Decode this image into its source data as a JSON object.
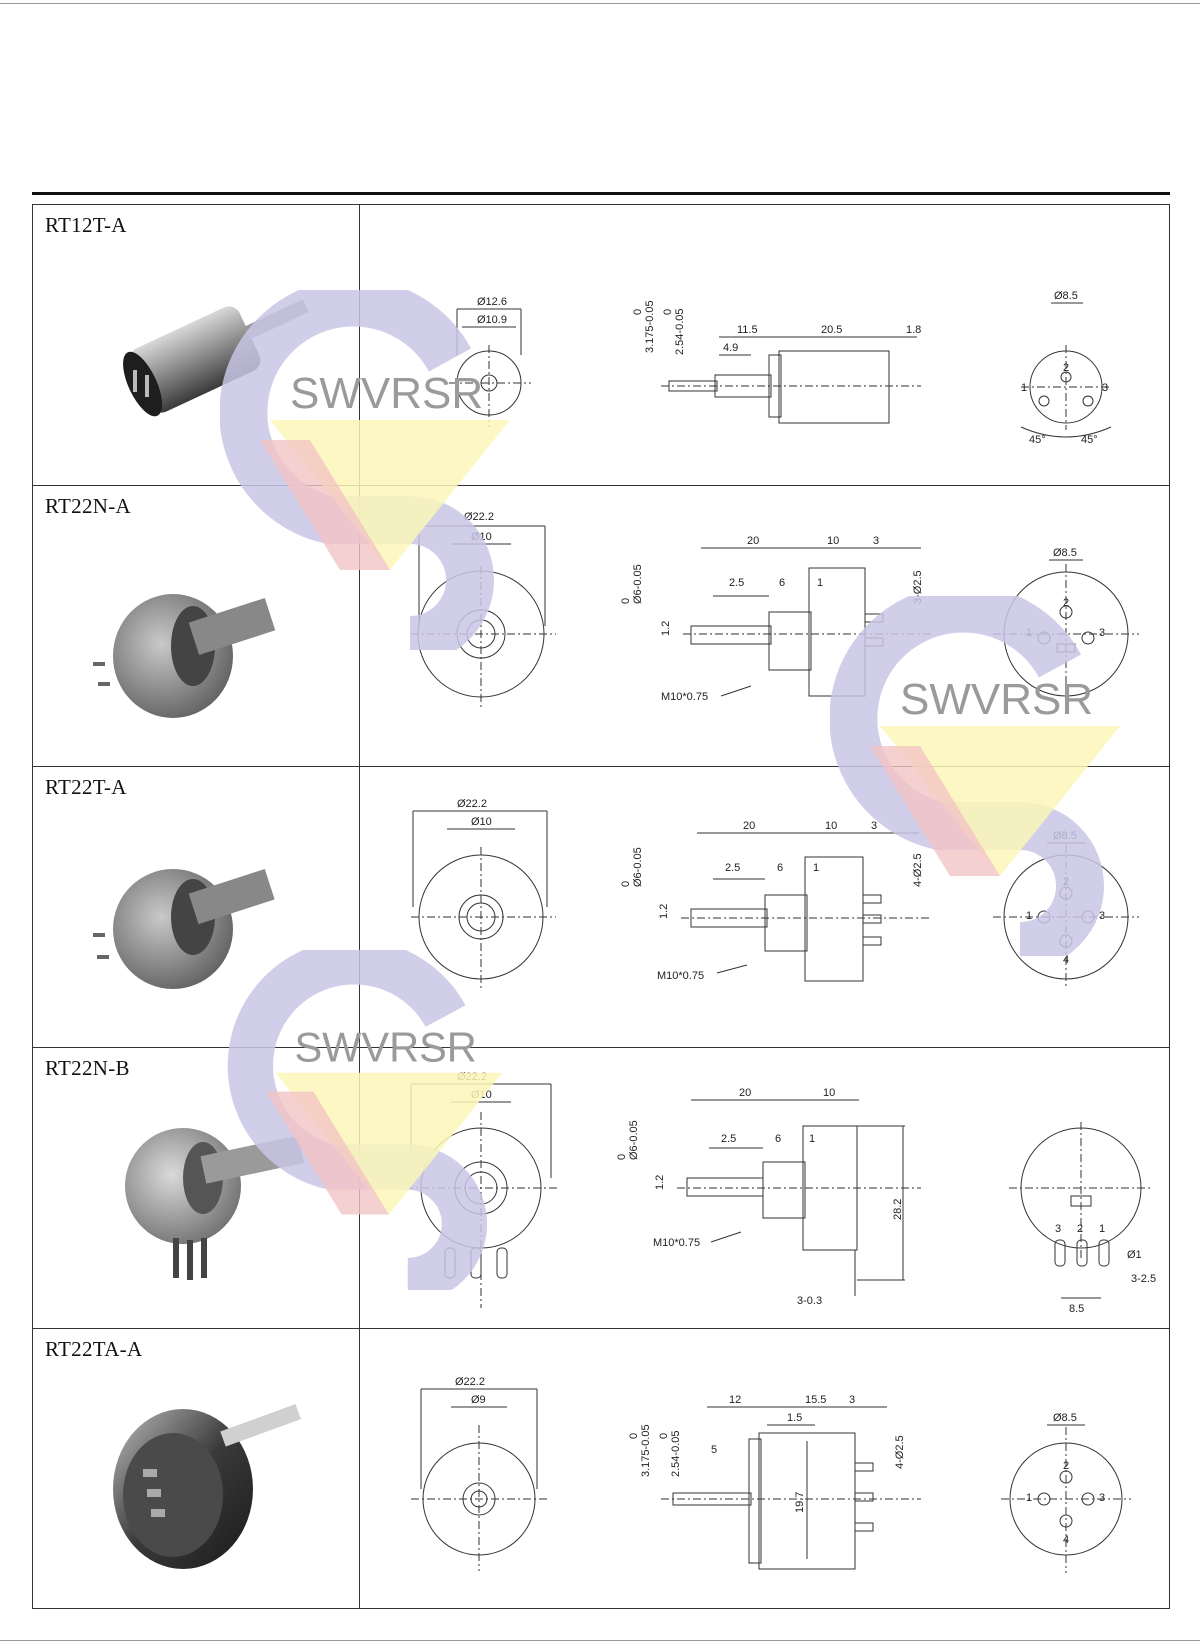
{
  "products": [
    {
      "model": "RT12T-A",
      "front": {
        "outer": "Ø12.6",
        "inner": "Ø10.9"
      },
      "side": {
        "dims": [
          "11.5",
          "20.5",
          "1.8",
          "4.9"
        ],
        "shaft_dims": [
          "3.175-0.05",
          "2.54-0.05"
        ],
        "tol_zero": [
          "0",
          "0"
        ]
      },
      "back": {
        "dia": "Ø8.5",
        "pins": [
          "1",
          "2",
          "3"
        ],
        "angles": [
          "45°",
          "45°"
        ]
      }
    },
    {
      "model": "RT22N-A",
      "front": {
        "outer": "Ø22.2",
        "inner": "Ø10"
      },
      "side": {
        "dims": [
          "20",
          "10",
          "3",
          "2.5",
          "6",
          "1",
          "1.2"
        ],
        "shaft_dims": [
          "Ø6-0.05"
        ],
        "tol_zero": [
          "0"
        ],
        "pin_dim": "3-Ø2.5",
        "thread": "M10*0.75"
      },
      "back": {
        "dia": "Ø8.5",
        "pins": [
          "1",
          "2",
          "3"
        ]
      }
    },
    {
      "model": "RT22T-A",
      "front": {
        "outer": "Ø22.2",
        "inner": "Ø10"
      },
      "side": {
        "dims": [
          "20",
          "10",
          "3",
          "2.5",
          "6",
          "1",
          "1.2"
        ],
        "shaft_dims": [
          "Ø6-0.05"
        ],
        "tol_zero": [
          "0"
        ],
        "pin_dim": "4-Ø2.5",
        "thread": "M10*0.75"
      },
      "back": {
        "dia": "Ø8.5",
        "pins": [
          "1",
          "2",
          "3",
          "4"
        ]
      }
    },
    {
      "model": "RT22N-B",
      "front": {
        "outer": "Ø22.2",
        "inner": "Ø10"
      },
      "side": {
        "dims": [
          "20",
          "10",
          "2.5",
          "6",
          "1",
          "1.2",
          "28.2"
        ],
        "shaft_dims": [
          "Ø6-0.05"
        ],
        "tol_zero": [
          "0"
        ],
        "thread": "M10*0.75",
        "pin_dim": "3-0.3"
      },
      "back": {
        "pins": [
          "3",
          "2",
          "1"
        ],
        "dims": [
          "Ø1",
          "3-2.5",
          "8.5"
        ]
      }
    },
    {
      "model": "RT22TA-A",
      "front": {
        "outer": "Ø22.2",
        "inner": "Ø9"
      },
      "side": {
        "dims": [
          "12",
          "15.5",
          "3",
          "1.5",
          "5",
          "19.7"
        ],
        "shaft_dims": [
          "3.175-0.05",
          "2.54-0.05"
        ],
        "tol_zero": [
          "0",
          "0"
        ],
        "pin_dim": "4-Ø2.5"
      },
      "back": {
        "dia": "Ø8.5",
        "pins": [
          "1",
          "2",
          "3",
          "4"
        ]
      }
    }
  ],
  "watermark": {
    "text": "SWVRSR",
    "colors": {
      "blue": "#c9c6e6",
      "red": "#f2c4c4",
      "yellow": "#fbf6b8"
    }
  }
}
